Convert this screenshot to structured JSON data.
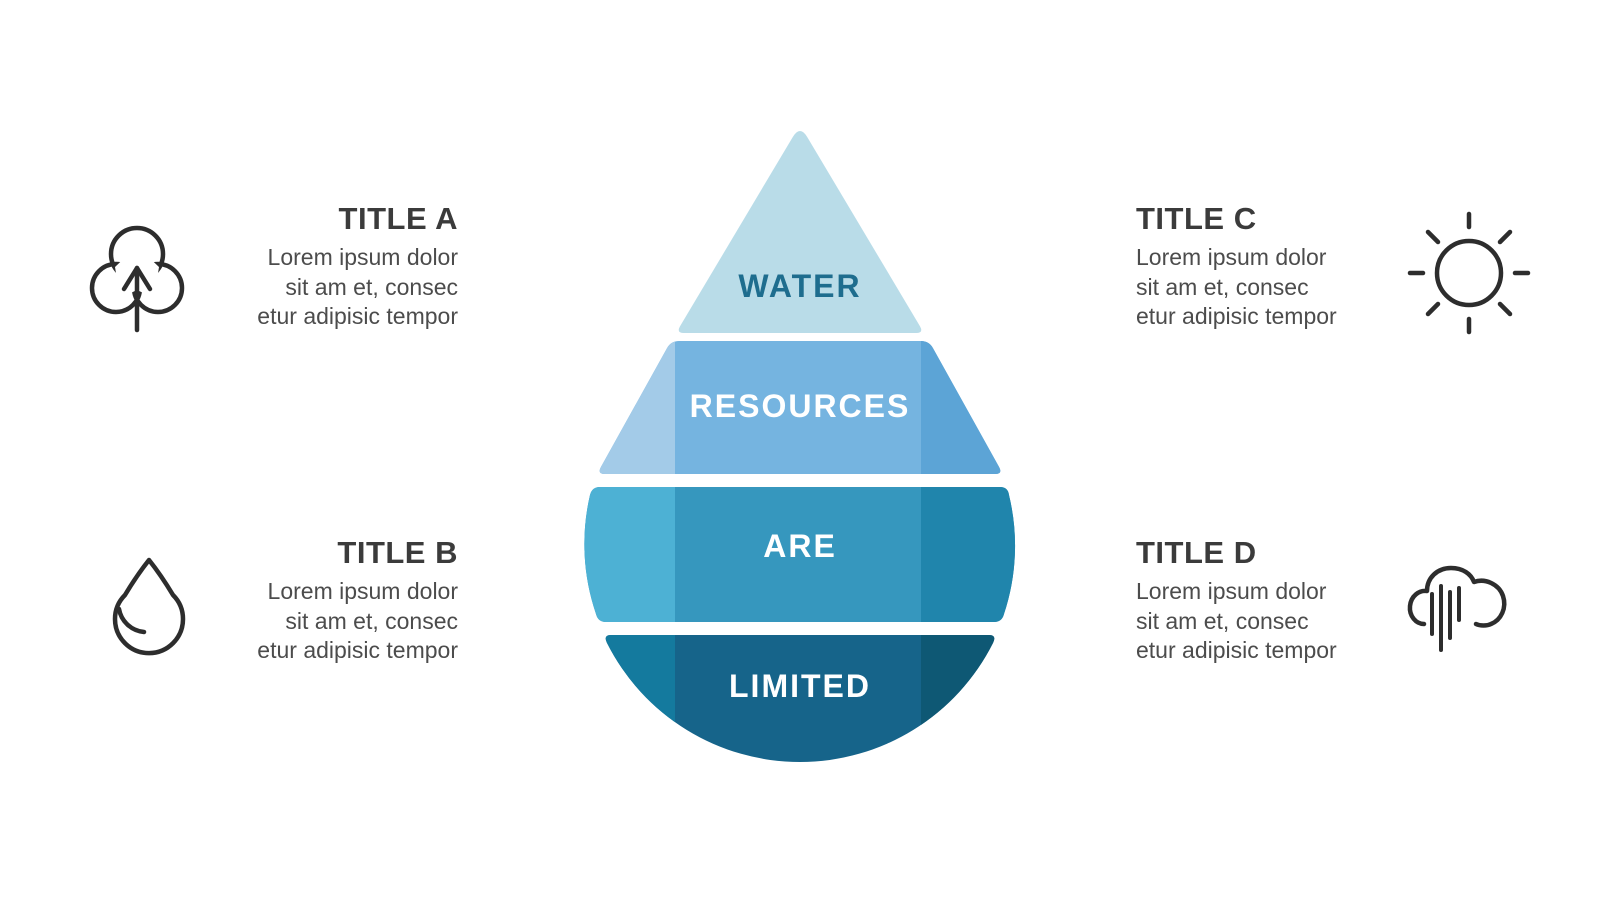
{
  "canvas": {
    "background": "#FFFFFF"
  },
  "infographic": {
    "drop": {
      "segments": [
        {
          "label": "WATER",
          "text_color": "#1E6D8E",
          "center": "#B9DCE8",
          "left": "#B9DCE8",
          "right": "#B9DCE8"
        },
        {
          "label": "RESOURCES",
          "text_color": "#FFFFFF",
          "center": "#75B4E0",
          "left": "#A3CBE8",
          "right": "#5CA4D6"
        },
        {
          "label": "ARE",
          "text_color": "#FFFFFF",
          "center": "#3697BE",
          "left": "#4DB1D4",
          "right": "#2085AC"
        },
        {
          "label": "LIMITED",
          "text_color": "#FFFFFF",
          "center": "#16648A",
          "left": "#147A9E",
          "right": "#0E5874"
        }
      ]
    },
    "sections": [
      {
        "id": "a",
        "title": "TITLE A",
        "icon": "tree-icon",
        "lines": [
          "Lorem ipsum dolor",
          "sit am et, consec",
          "etur adipisic tempor"
        ]
      },
      {
        "id": "b",
        "title": "TITLE B",
        "icon": "water-drop-icon",
        "lines": [
          "Lorem ipsum dolor",
          "sit am et, consec",
          "etur adipisic tempor"
        ]
      },
      {
        "id": "c",
        "title": "TITLE C",
        "icon": "sun-icon",
        "lines": [
          "Lorem ipsum dolor",
          "sit am et, consec",
          "etur adipisic tempor"
        ]
      },
      {
        "id": "d",
        "title": "TITLE D",
        "icon": "rain-cloud-icon",
        "lines": [
          "Lorem ipsum dolor",
          "sit am et, consec",
          "etur adipisic tempor"
        ]
      }
    ]
  }
}
